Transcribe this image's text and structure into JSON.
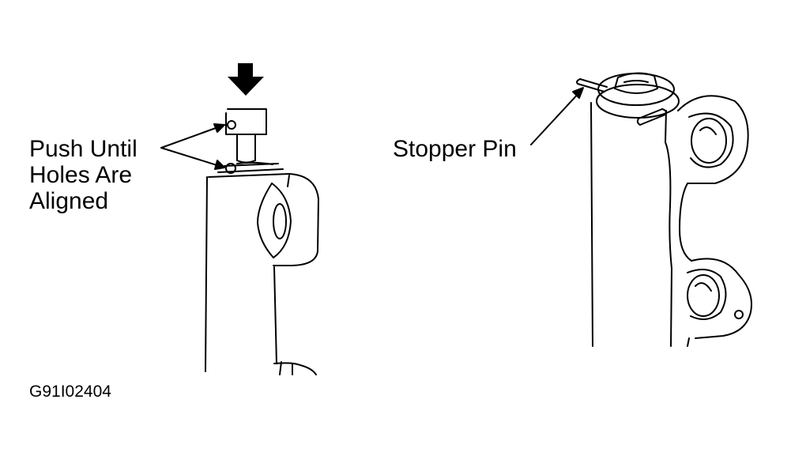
{
  "left_callout": {
    "lines": [
      "Push Until",
      "Holes Are",
      "Aligned"
    ]
  },
  "right_callout": {
    "label": "Stopper Pin"
  },
  "figure_id": "G91I02404"
}
